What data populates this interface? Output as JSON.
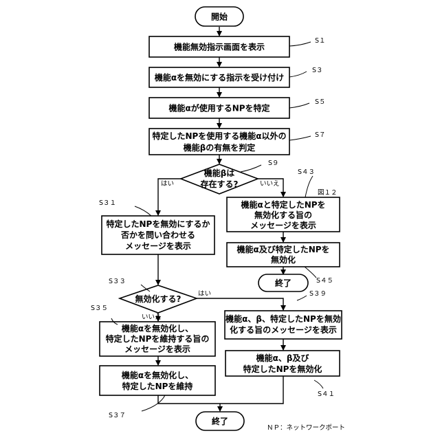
{
  "terminals": {
    "start": "開始",
    "end_no": "終了",
    "end_main": "終了"
  },
  "steps": {
    "s1": {
      "id": "S１",
      "text": "機能無効指示画面を表示"
    },
    "s3": {
      "id": "S３",
      "text": "機能αを無効にする指示を受け付け"
    },
    "s5": {
      "id": "S５",
      "text": "機能αが使用するNPを特定"
    },
    "s7": {
      "id": "S７",
      "line1": "特定したNPを使用する機能α以外の",
      "line2": "機能βの有無を判定"
    },
    "s9": {
      "id": "S９",
      "line1": "機能βは",
      "line2": "存在する?"
    },
    "s31": {
      "id": "S３１",
      "line1": "特定したNPを無効にするか",
      "line2": "否かを問い合わせる",
      "line3": "メッセージを表示"
    },
    "s33": {
      "id": "S３３",
      "text": "無効化する?"
    },
    "s35": {
      "id": "S３５",
      "line1": "機能αを無効化し、",
      "line2": "特定したNPを維持する旨の",
      "line3": "メッセージを表示"
    },
    "s37": {
      "id": "S３７",
      "line1": "機能αを無効化し、",
      "line2": "特定したNPを維持"
    },
    "s39": {
      "id": "S３９",
      "line1": "機能α、β、特定したNPを無効",
      "line2": "化する旨のメッセージを表示"
    },
    "s41": {
      "id": "S４１",
      "line1": "機能α、β及び",
      "line2": "特定したNPを無効化"
    },
    "s43": {
      "id": "S４３",
      "line1": "機能αと特定したNPを",
      "line2": "無効化する旨の",
      "line3": "メッセージを表示"
    },
    "s45": {
      "id": "S４５",
      "line1": "機能α及び特定したNPを",
      "line2": "無効化"
    }
  },
  "edge_labels": {
    "s9_yes": "はい",
    "s9_no": "いいえ",
    "s33_yes": "はい",
    "s33_no": "いいえ"
  },
  "figure_label": "図１２",
  "legend": "ＮＰ：ネットワークポート"
}
